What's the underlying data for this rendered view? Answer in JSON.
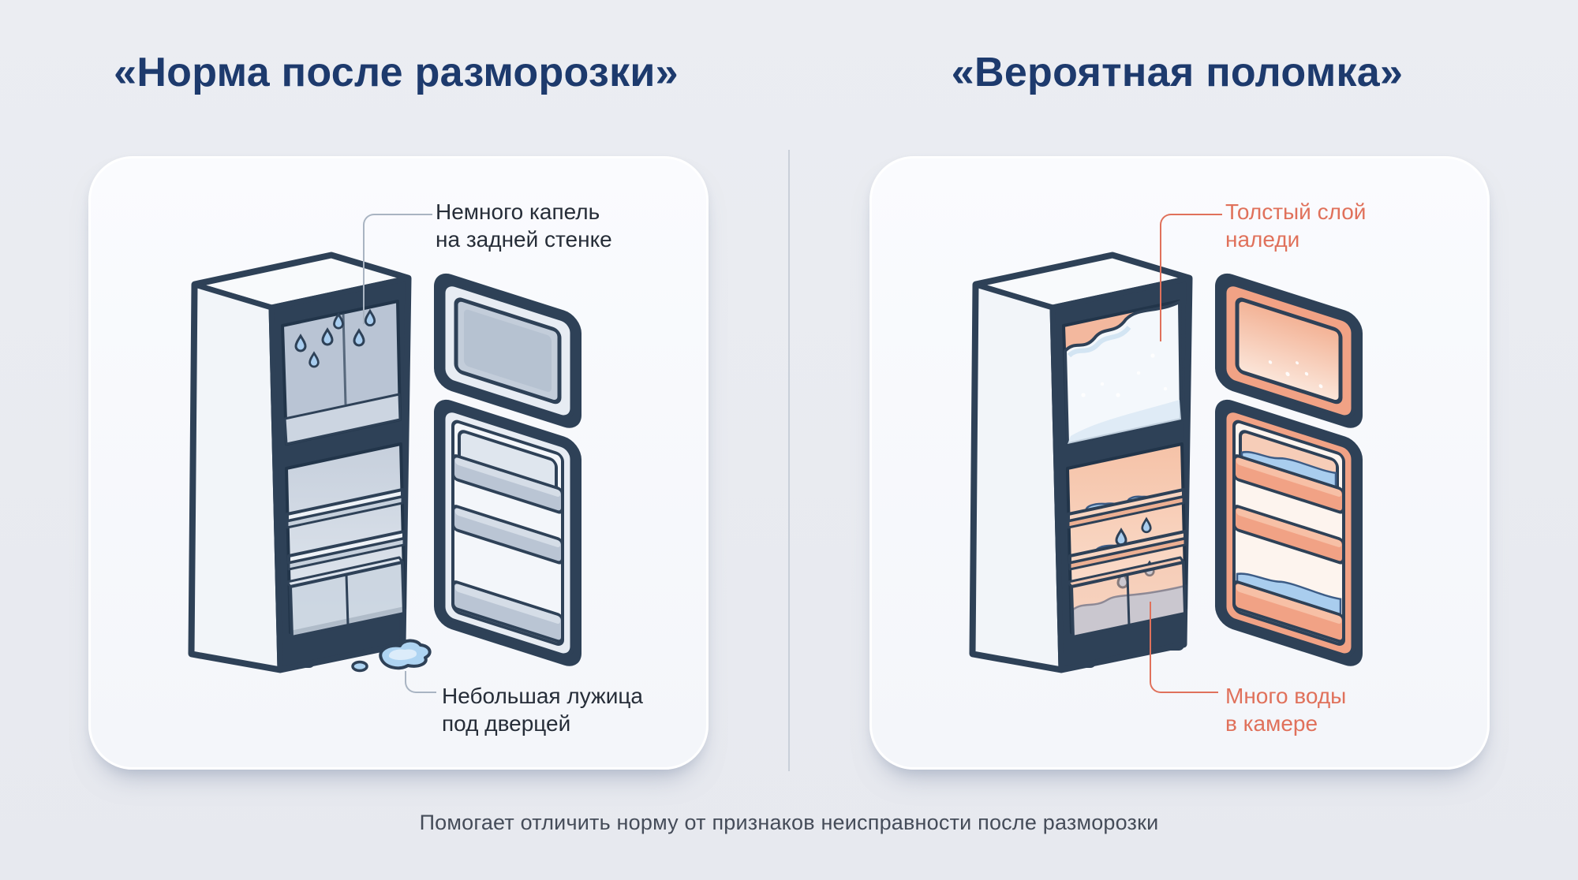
{
  "page": {
    "caption": "Помогает отличить норму от признаков неисправности после разморозки"
  },
  "left_panel": {
    "title": "«Норма после разморозки»",
    "annotation_top": [
      "Немного капель",
      "на задней стенке"
    ],
    "annotation_bottom": [
      "Небольшая лужица",
      "под дверцей"
    ]
  },
  "right_panel": {
    "title": "«Вероятная поломка»",
    "annotation_top": [
      "Толстый слой",
      "наледи"
    ],
    "annotation_bottom": [
      "Много воды",
      "в камере"
    ]
  },
  "colors": {
    "title_navy": "#1d3a6d",
    "outline_navy": "#2e4157",
    "accent_orange": "#e0715b",
    "water_blue": "#a9cdee",
    "interior_grey": "#b9c4d4",
    "interior_salmon": "#f3b89e",
    "card_background": "#f8fafc",
    "page_background": "#e9ebf1"
  }
}
